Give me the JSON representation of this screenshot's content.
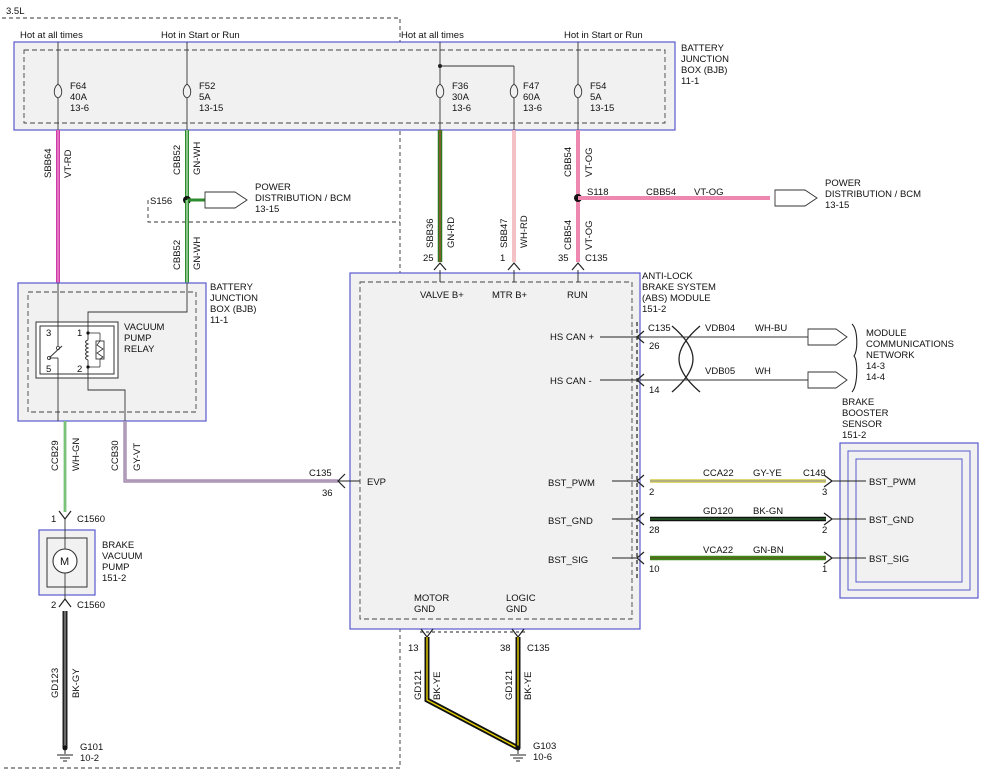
{
  "variant": "3.5L",
  "hot_labels": {
    "left_always": "Hot at all times",
    "left_start_run": "Hot in Start or Run",
    "right_always": "Hot at all times",
    "right_start_run": "Hot in Start or Run"
  },
  "bjb_top": {
    "line1": "BATTERY",
    "line2": "JUNCTION",
    "line3": "BOX (BJB)",
    "line4": "11-1"
  },
  "fuses": [
    {
      "name": "F64",
      "rating": "40A",
      "ref": "13-6"
    },
    {
      "name": "F52",
      "rating": "5A",
      "ref": "13-15"
    },
    {
      "name": "F36",
      "rating": "30A",
      "ref": "13-6"
    },
    {
      "name": "F47",
      "rating": "60A",
      "ref": "13-6"
    },
    {
      "name": "F54",
      "rating": "5A",
      "ref": "13-15"
    }
  ],
  "wires": {
    "sbb64": {
      "circuit": "SBB64",
      "color": "VT-RD"
    },
    "cbb52_a": {
      "circuit": "CBB52",
      "color": "GN-WH"
    },
    "cbb52_b": {
      "circuit": "CBB52",
      "color": "GN-WH"
    },
    "sbb36": {
      "circuit": "SBB36",
      "color": "GN-RD"
    },
    "sbb47": {
      "circuit": "SBB47",
      "color": "WH-RD"
    },
    "cbb54_a": {
      "circuit": "CBB54",
      "color": "VT-OG"
    },
    "cbb54_b": {
      "circuit": "CBB54",
      "color": "VT-OG"
    },
    "cbb54_c": {
      "circuit": "CBB54",
      "color": "VT-OG"
    },
    "ccb29": {
      "circuit": "CCB29",
      "color": "WH-GN"
    },
    "ccb30": {
      "circuit": "CCB30",
      "color": "GY-VT"
    },
    "gd123": {
      "circuit": "GD123",
      "color": "BK-GY"
    },
    "gd121_a": {
      "circuit": "GD121",
      "color": "BK-YE"
    },
    "gd121_b": {
      "circuit": "GD121",
      "color": "BK-YE"
    },
    "vdb04": {
      "circuit": "VDB04",
      "color": "WH-BU"
    },
    "vdb05": {
      "circuit": "VDB05",
      "color": "WH"
    },
    "cca22": {
      "circuit": "CCA22",
      "color": "GY-YE"
    },
    "gd120": {
      "circuit": "GD120",
      "color": "BK-GN"
    },
    "vca22": {
      "circuit": "VCA22",
      "color": "GN-BN"
    }
  },
  "splices": {
    "s156": "S156",
    "s118": "S118"
  },
  "power_dist_left": {
    "line1": "POWER",
    "line2": "DISTRIBUTION / BCM",
    "ref": "13-15"
  },
  "power_dist_right": {
    "line1": "POWER",
    "line2": "DISTRIBUTION / BCM",
    "ref": "13-15"
  },
  "bjb_relay_box": {
    "line1": "BATTERY",
    "line2": "JUNCTION",
    "line3": "BOX (BJB)",
    "ref": "11-1"
  },
  "relay": {
    "line1": "VACUUM",
    "line2": "PUMP",
    "line3": "RELAY",
    "pins": [
      "3",
      "1",
      "5",
      "2"
    ]
  },
  "pump": {
    "line1": "BRAKE",
    "line2": "VACUUM",
    "line3": "PUMP",
    "ref": "151-2",
    "symbol": "M",
    "conn_top": "C1560",
    "pin_top": "1",
    "conn_bot": "C1560",
    "pin_bot": "2"
  },
  "grounds": {
    "g101": {
      "name": "G101",
      "ref": "10-2"
    },
    "g103": {
      "name": "G103",
      "ref": "10-6"
    }
  },
  "abs": {
    "line1": "ANTI-LOCK",
    "line2": "BRAKE SYSTEM",
    "line3": "(ABS) MODULE",
    "ref": "151-2",
    "connector": "C135",
    "pins": {
      "valve": {
        "pin": "25",
        "label": "VALVE B+"
      },
      "mtr": {
        "pin": "1",
        "label": "MTR B+"
      },
      "run": {
        "pin": "35",
        "label": "RUN"
      },
      "hscan_plus": {
        "pin": "26",
        "label": "HS CAN +"
      },
      "hscan_minus": {
        "pin": "14",
        "label": "HS CAN -"
      },
      "evp": {
        "pin": "36",
        "label": "EVP"
      },
      "bst_pwm": {
        "pin": "2",
        "label": "BST_PWM"
      },
      "bst_gnd": {
        "pin": "28",
        "label": "BST_GND"
      },
      "bst_sig": {
        "pin": "10",
        "label": "BST_SIG"
      },
      "motor_gnd": {
        "pin": "13",
        "line1": "MOTOR",
        "line2": "GND"
      },
      "logic_gnd": {
        "pin": "38",
        "line1": "LOGIC",
        "line2": "GND"
      }
    }
  },
  "connectors": {
    "c135": "C135",
    "c149": "C149"
  },
  "module_comm": {
    "line1": "MODULE",
    "line2": "COMMUNICATIONS",
    "line3": "NETWORK",
    "ref1": "14-3",
    "ref2": "14-4"
  },
  "sensor": {
    "line1": "BRAKE",
    "line2": "BOOSTER",
    "line3": "SENSOR",
    "ref": "151-2",
    "pins": [
      {
        "pin": "3",
        "label": "BST_PWM"
      },
      {
        "pin": "2",
        "label": "BST_GND"
      },
      {
        "pin": "1",
        "label": "BST_SIG"
      }
    ]
  },
  "colors": {
    "vt_rd": "#d23aa8",
    "gn_wh": "#2e8b2e",
    "gn_rd": "#2a7a1e",
    "wh_rd": "#e8848e",
    "vt_og": "#ee88b0",
    "wh_gn": "#2e9a2e",
    "gy_vt": "#9a7aa8",
    "bk_gy": "#222222",
    "bk_ye": "#c8b400",
    "gy_ye": "#e0d870",
    "bk_gn": "#1a5a1a",
    "gn_bn": "#3a8a1a",
    "box_fill": "#f1f1f1",
    "box_border": "#5959d0"
  }
}
